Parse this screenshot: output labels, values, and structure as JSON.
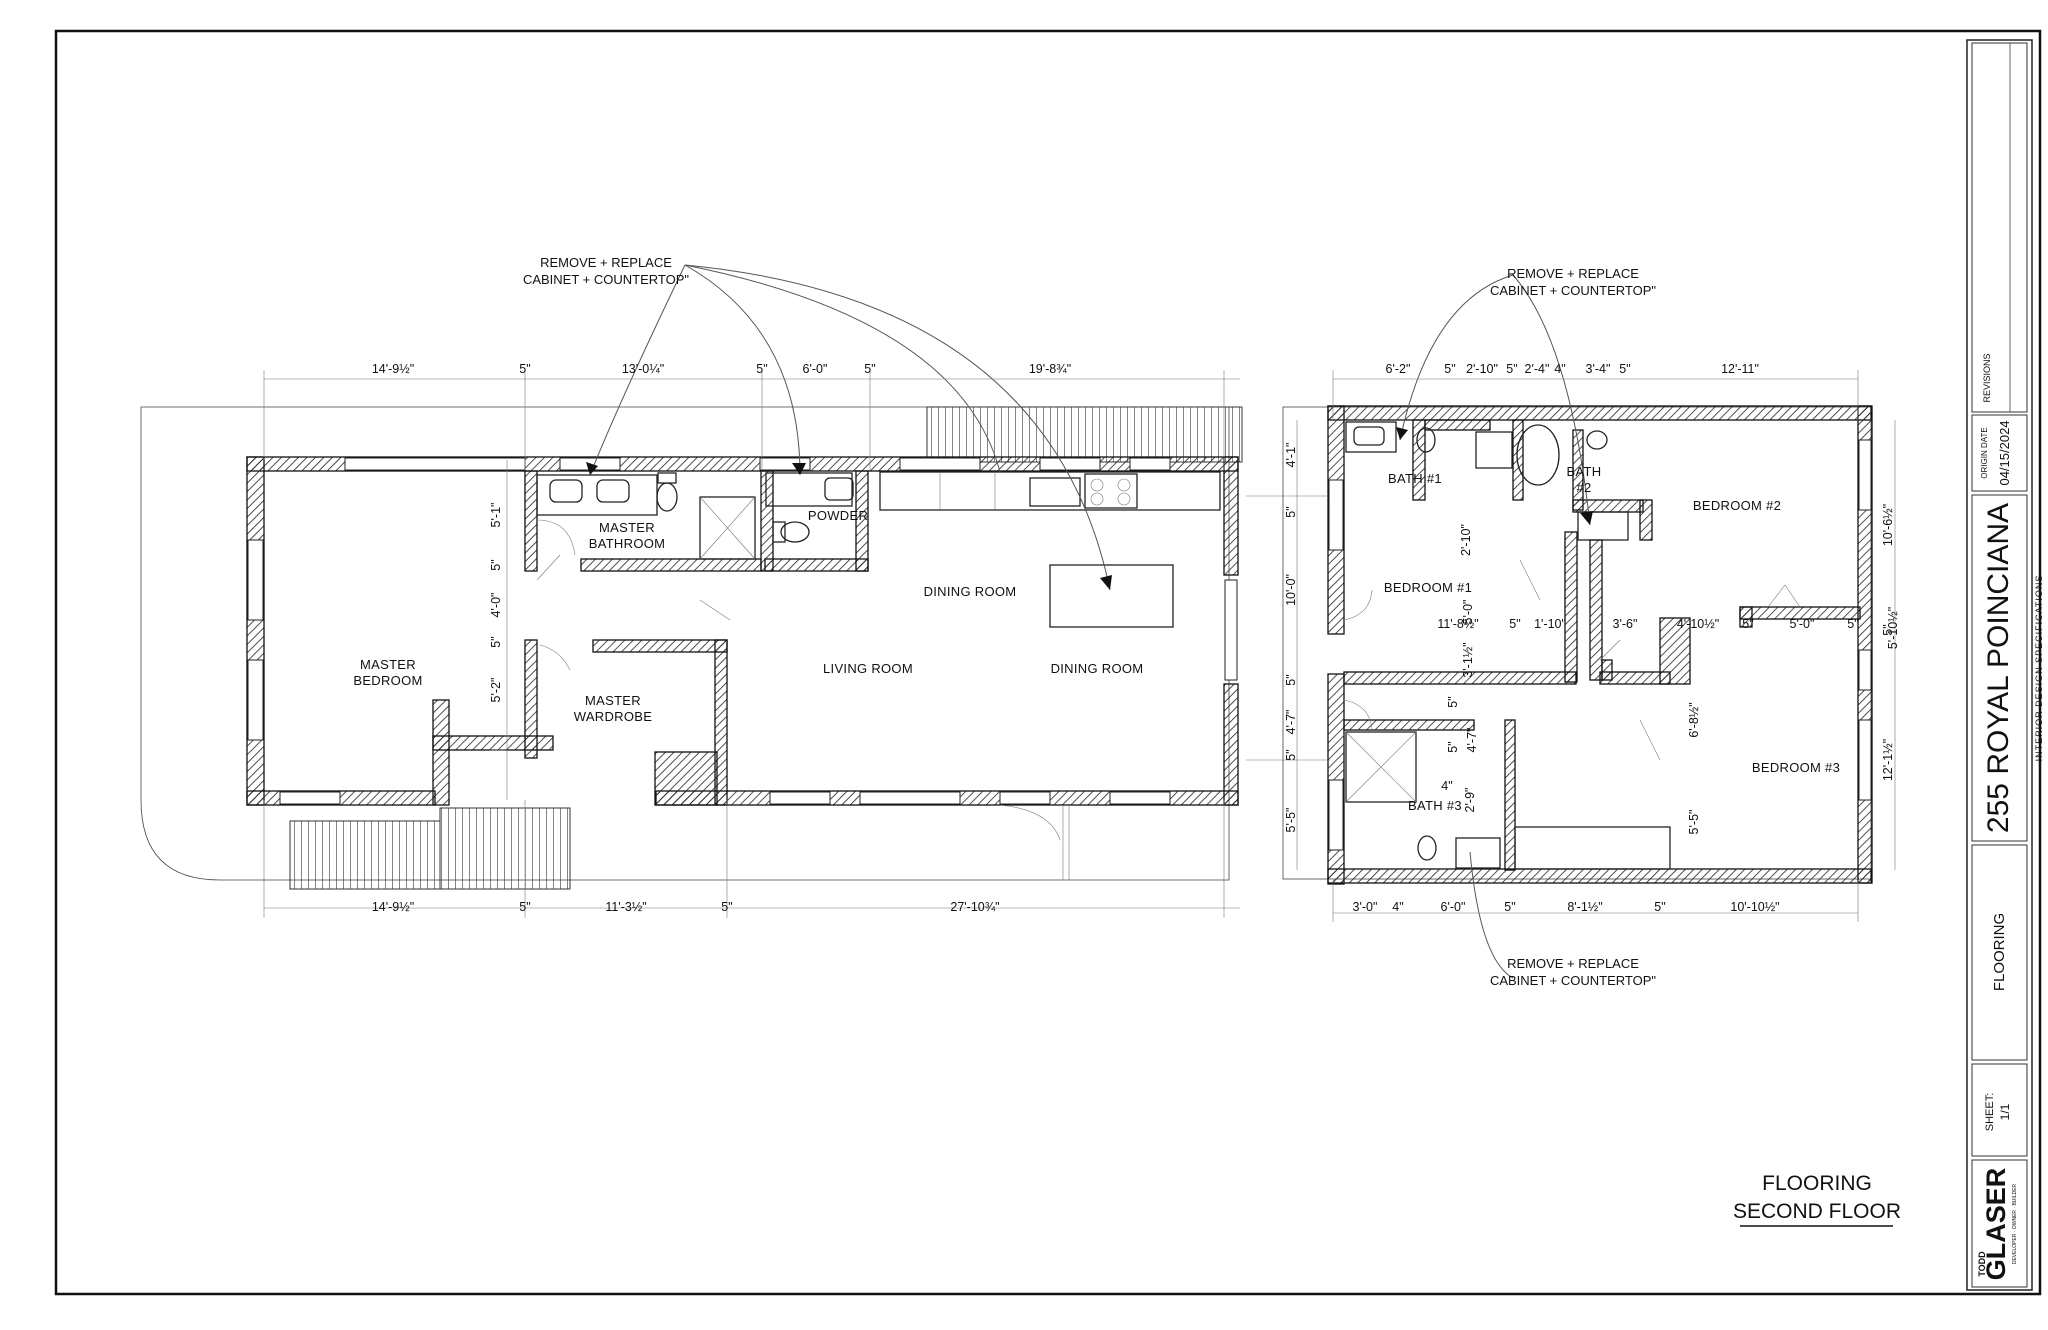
{
  "title_block": {
    "revisions": "REVISIONS",
    "orig_date_label": "ORIGIN DATE",
    "orig_date": "04/15/2024",
    "project_name": "255 ROYAL POINCIANA",
    "project_subtitle": "INTERIOR DESIGN SPECIFICATIONS",
    "sheet_title": "FLOORING",
    "sheet_label": "SHEET:",
    "sheet_number": "1/1",
    "logo_small": "TODD",
    "logo_big": "GLASER",
    "logo_line": "DEVELOPER · OWNER · BUILDER"
  },
  "drawing_title": {
    "line1": "FLOORING",
    "line2": "SECOND FLOOR"
  },
  "notes": {
    "remove_replace_1": "REMOVE + REPLACE",
    "remove_replace_2": "CABINET + COUNTERTOP\""
  },
  "rooms": {
    "master_bedroom_1": "MASTER",
    "master_bedroom_2": "BEDROOM",
    "master_bathroom_1": "MASTER",
    "master_bathroom_2": "BATHROOM",
    "master_wardrobe_1": "MASTER",
    "master_wardrobe_2": "WARDROBE",
    "powder": "POWDER",
    "dining_room": "DINING ROOM",
    "living_room": "LIVING ROOM",
    "dining_room_2": "DINING ROOM",
    "bath1": "BATH #1",
    "bath2_1": "BATH",
    "bath2_2": "#2",
    "bath3": "BATH #3",
    "bedroom1": "BEDROOM #1",
    "bedroom2": "BEDROOM #2",
    "bedroom3": "BEDROOM #3"
  },
  "dims_top_left": [
    "14'-9½\"",
    "5\"",
    "13'-0¼\"",
    "5\"",
    "6'-0\"",
    "5\"",
    "19'-8¾\""
  ],
  "dims_bottom_left": [
    "14'-9½\"",
    "5\"",
    "11'-3½\"",
    "5\"",
    "27'-10¾\""
  ],
  "dims_top_right": [
    "6'-2\"",
    "5\"",
    "2'-10\"",
    "5\"",
    "2'-4\"",
    "4\"",
    "3'-4\"",
    "5\"",
    "12'-11\""
  ],
  "dims_bottom_right": [
    "3'-0\"",
    "4\"",
    "6'-0\"",
    "5\"",
    "8'-1½\"",
    "5\"",
    "10'-10½\""
  ],
  "dims_left_vertical": [
    "5'-1\"",
    "5\"",
    "4'-0\"",
    "5\"",
    "5'-2\""
  ],
  "dims_mid_vertical": [
    "4'-1\"",
    "5\"",
    "10'-0\"",
    "5\"",
    "4'-7\"",
    "5\"",
    "5'-5\""
  ],
  "dims_right_vertical": [
    "10'-6½\"",
    "5\"",
    "12'-1½\""
  ],
  "dims_interior": {
    "b1_width": "11'-8½\"",
    "b1_depth": "5'-0\"",
    "hall_1": "5\"",
    "hall_2": "1'-10\"",
    "hall_3": "3'-6\"",
    "b2_a": "4'-10½\"",
    "b2_b": "5\"",
    "b2_c": "5'-0\"",
    "b2_d": "5\"",
    "b2_e": "5'-10½\"",
    "corr_v1": "3'-1½\"",
    "corr_v2": "5\"",
    "corr_v3": "4'-7\"",
    "corr_v4": "5\"",
    "b3_v1": "6'-8½\"",
    "b3_v2": "5'-5\"",
    "bath3_a": "4\"",
    "bath3_b": "2'-9\"",
    "closet_note": "2'-10\""
  }
}
